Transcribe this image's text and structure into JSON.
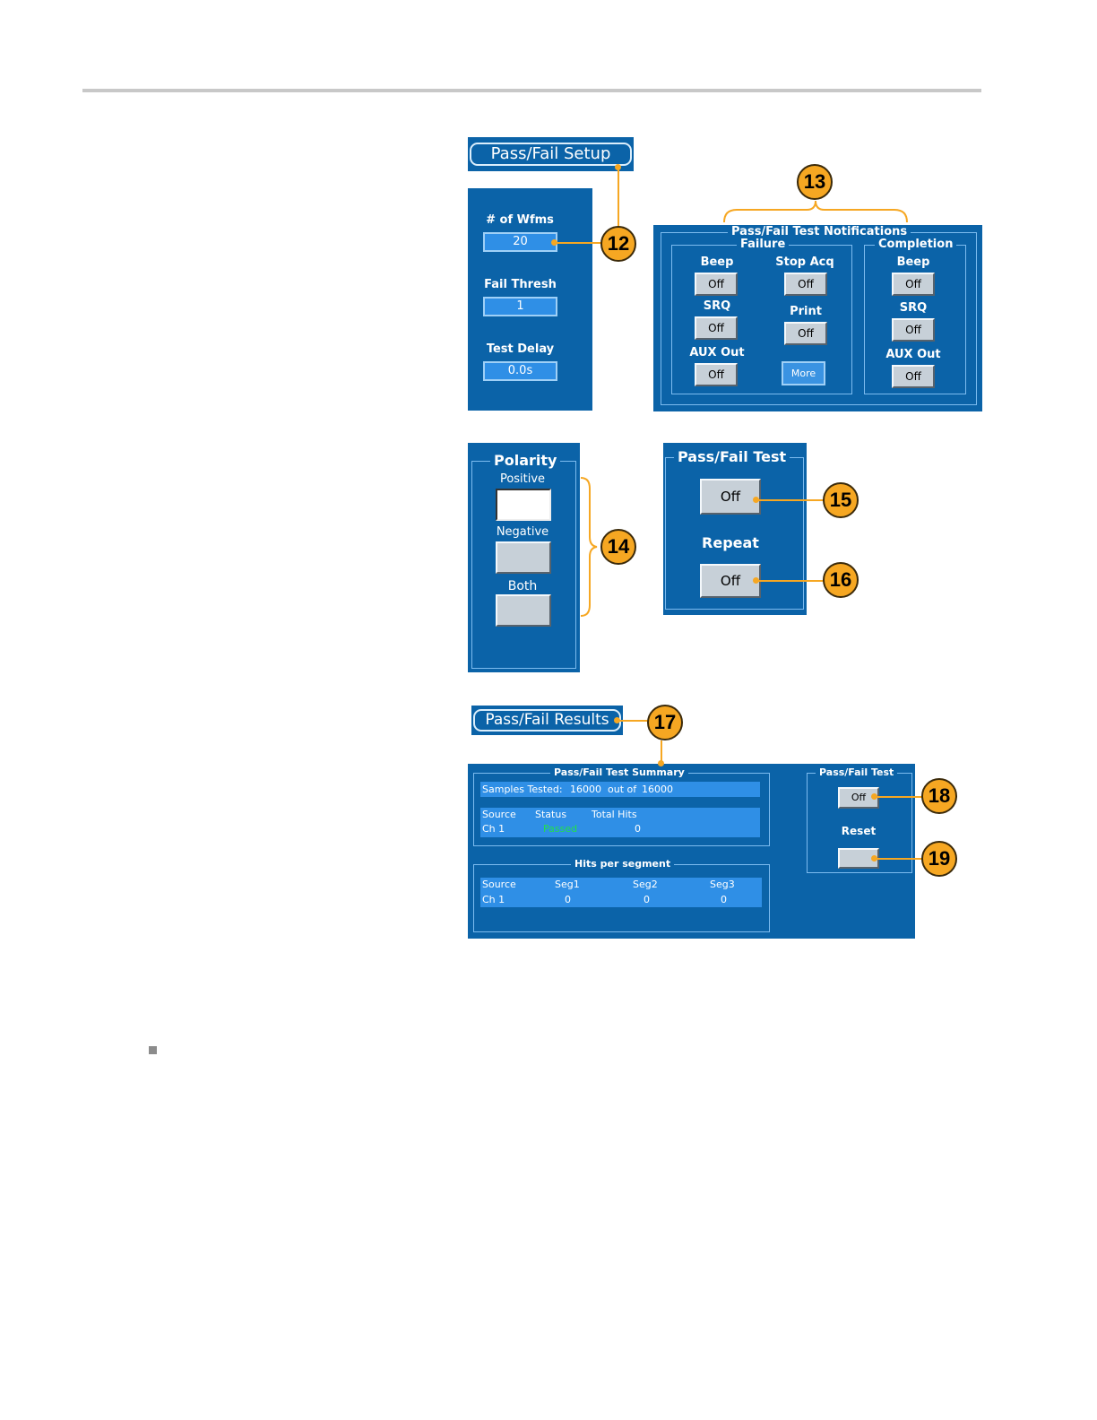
{
  "setup": {
    "title": "Pass/Fail Setup",
    "num_wfms_label": "# of Wfms",
    "num_wfms_value": "20",
    "fail_thresh_label": "Fail Thresh",
    "fail_thresh_value": "1",
    "test_delay_label": "Test Delay",
    "test_delay_value": "0.0s"
  },
  "notifications": {
    "title": "Pass/Fail Test Notifications",
    "failure": {
      "title": "Failure",
      "beep_label": "Beep",
      "beep_value": "Off",
      "stop_acq_label": "Stop Acq",
      "stop_acq_value": "Off",
      "srq_label": "SRQ",
      "srq_value": "Off",
      "print_label": "Print",
      "print_value": "Off",
      "aux_out_label": "AUX Out",
      "aux_out_value": "Off",
      "more_label": "More"
    },
    "completion": {
      "title": "Completion",
      "beep_label": "Beep",
      "beep_value": "Off",
      "srq_label": "SRQ",
      "srq_value": "Off",
      "aux_out_label": "AUX Out",
      "aux_out_value": "Off"
    }
  },
  "polarity": {
    "title": "Polarity",
    "positive_label": "Positive",
    "negative_label": "Negative",
    "both_label": "Both",
    "selected": "Positive"
  },
  "test_panel": {
    "title": "Pass/Fail Test",
    "test_value": "Off",
    "repeat_label": "Repeat",
    "repeat_value": "Off"
  },
  "results": {
    "title": "Pass/Fail Results",
    "summary_title": "Pass/Fail Test Summary",
    "samples_label": "Samples Tested:",
    "samples_tested": "16000",
    "out_of_label": "out of",
    "samples_total": "16000",
    "headers": {
      "source": "Source",
      "status": "Status",
      "total_hits": "Total Hits"
    },
    "row": {
      "source": "Ch 1",
      "status": "Passed",
      "total_hits": "0"
    },
    "hits_title": "Hits per segment",
    "seg_headers": [
      "Source",
      "Seg1",
      "Seg2",
      "Seg3"
    ],
    "seg_row": [
      "Ch 1",
      "0",
      "0",
      "0"
    ],
    "side_title": "Pass/Fail Test",
    "side_test_value": "Off",
    "reset_label": "Reset"
  },
  "callouts": [
    "12",
    "13",
    "14",
    "15",
    "16",
    "17",
    "18",
    "19"
  ],
  "colors": {
    "panel": "#0b63a8",
    "field": "#2f8fe6",
    "callout": "#f6a722",
    "passed": "#22e04a"
  }
}
